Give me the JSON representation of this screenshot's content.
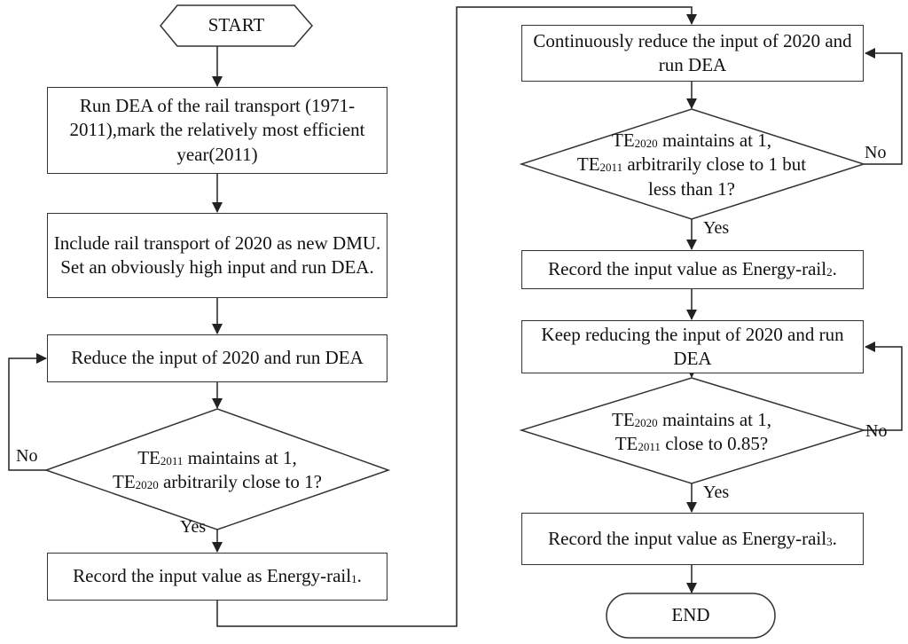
{
  "nodes": {
    "start": "START",
    "run_dea": "Run DEA of the rail transport (1971-2011),mark the relatively most efficient year(2011)",
    "include": "Include rail transport of 2020 as new DMU. Set an obviously high input and run DEA.",
    "reduce": "Reduce the input of 2020 and run DEA",
    "d1": {
      "line1_pre": "TE",
      "line1_sub": "2011",
      "line1_post": " maintains at 1,",
      "line2_pre": "TE",
      "line2_sub": "2020",
      "line2_post": " arbitrarily close to 1?"
    },
    "record1": {
      "pre": "Record the input value as Energy-rail",
      "sub": "1",
      "post": "."
    },
    "continuously": "Continuously reduce the input of 2020 and run DEA",
    "d2": {
      "line1_pre": "TE",
      "line1_sub": "2020",
      "line1_post": " maintains at 1,",
      "line2_pre": "TE",
      "line2_sub": "2011",
      "line2_post": " arbitrarily close to 1 but",
      "line3": "less than 1?"
    },
    "record2": {
      "pre": "Record the input value as Energy-rail",
      "sub": "2",
      "post": "."
    },
    "keep": "Keep  reducing the input of 2020 and run DEA",
    "d3": {
      "line1_pre": "TE",
      "line1_sub": "2020",
      "line1_post": " maintains at 1,",
      "line2_pre": "TE",
      "line2_sub": "2011",
      "line2_post": " close to 0.85?"
    },
    "record3": {
      "pre": "Record the input value as Energy-rail",
      "sub": "3",
      "post": "."
    },
    "end": "END"
  },
  "labels": {
    "yes": "Yes",
    "no": "No"
  }
}
